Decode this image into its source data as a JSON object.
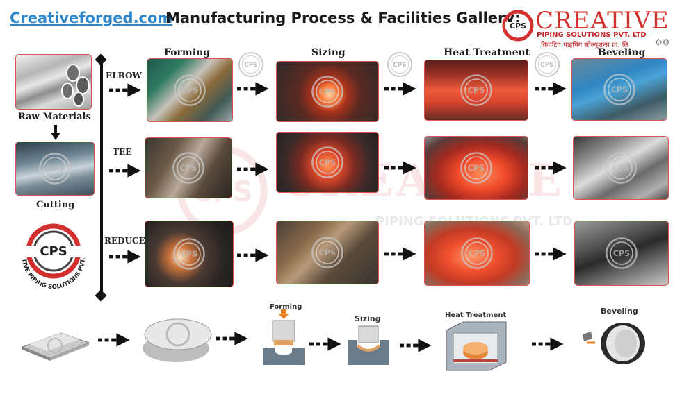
{
  "header": {
    "site": "Creativeforged.com",
    "title": "Manufacturing Process & Facilities Gallery:"
  },
  "logo": {
    "name": "CREATIVE",
    "sub": "PIPING SOLUTIONS PVT. LTD",
    "hindi": "क्रिएटिव पाइपिंग सोल्यूशन्स प्रा. लि",
    "mark_text": "CPS",
    "ring_text": "CREATIVE PIPING SOLUTIONS PVT. LTD."
  },
  "columns": [
    "Forming",
    "Sizing",
    "Heat Treatment",
    "Beveling"
  ],
  "left": {
    "raw_materials": "Raw Materials",
    "cutting": "Cutting"
  },
  "rows": [
    "ELBOW",
    "TEE",
    "REDUCER"
  ],
  "bottom": {
    "forming": "Forming",
    "sizing": "Sizing",
    "heat_treatment": "Heat Treatment",
    "beveling": "Beveling"
  },
  "background_watermark": {
    "name": "CREATIVE",
    "sub": "PIPING SOLUTIONS PVT. LTD."
  },
  "colors": {
    "brand_red": "#d32f2f",
    "link_blue": "#2e86c9",
    "tile_border": "#d9534f",
    "arrow": "#111111"
  },
  "icons": [
    "right-arrow-icon",
    "down-arrow-icon",
    "cps-watermark-icon"
  ]
}
